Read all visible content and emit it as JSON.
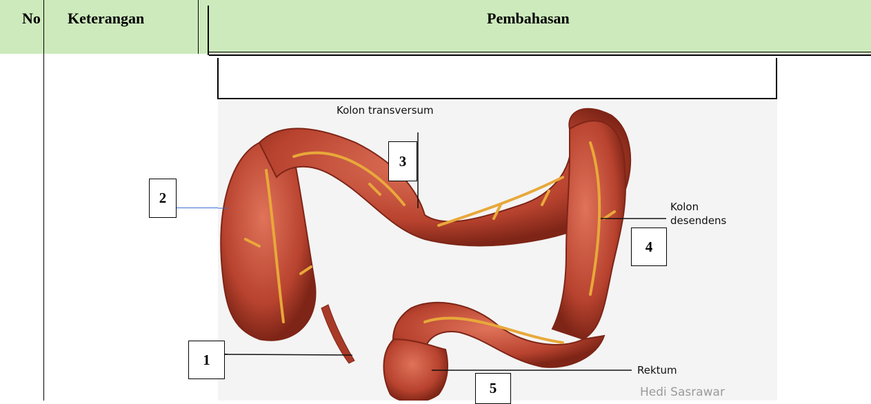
{
  "table": {
    "headers": {
      "no": "No",
      "keterangan": "Keterangan",
      "pembahasan": "Pembahasan"
    },
    "header_bg": "#cdeabc"
  },
  "figure": {
    "labels": {
      "kolon_transversum": "Kolon transversum",
      "kolon_desendens_1": "Kolon",
      "kolon_desendens_2": "desendens",
      "rektum": "Rektum"
    },
    "watermark": "Hedi Sasrawar",
    "colon_color": "#b8432f",
    "band_color": "#e8a83a"
  },
  "number_boxes": [
    "1",
    "2",
    "3",
    "4",
    "5"
  ]
}
